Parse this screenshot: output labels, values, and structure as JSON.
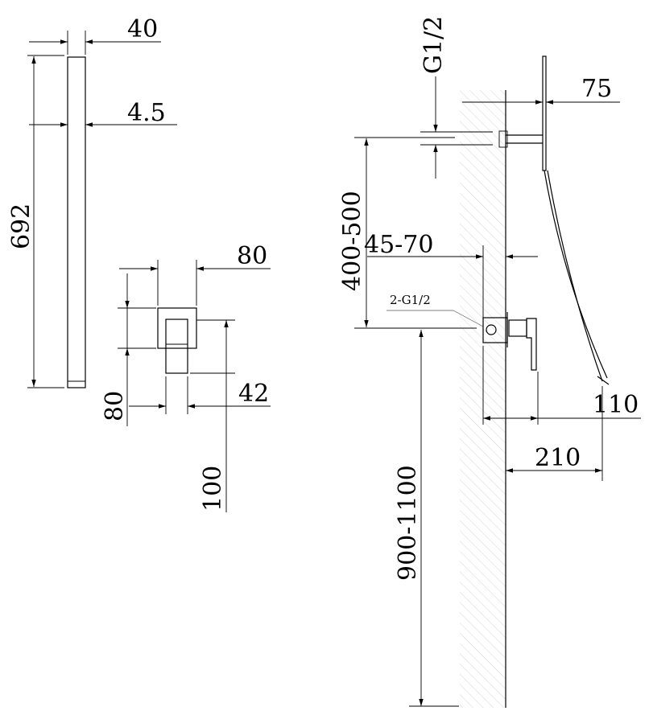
{
  "colors": {
    "line": "#000000",
    "hatch": "#b9b9b9",
    "background": "#ffffff"
  },
  "left_views": {
    "bar_width": "40",
    "bar_thickness": "4.5",
    "bar_length": "692",
    "valve_width": "80",
    "valve_height": "80",
    "handle_width": "42",
    "handle_height": "100"
  },
  "side_view": {
    "inlet_thread": "G1/2",
    "arm_projection": "75",
    "inlet_height_range": "400-500",
    "recess_depth_range": "45-70",
    "valve_thread": "2-G1/2",
    "valve_projection": "110",
    "hose_reach": "210",
    "valve_height_range": "900-1100"
  }
}
